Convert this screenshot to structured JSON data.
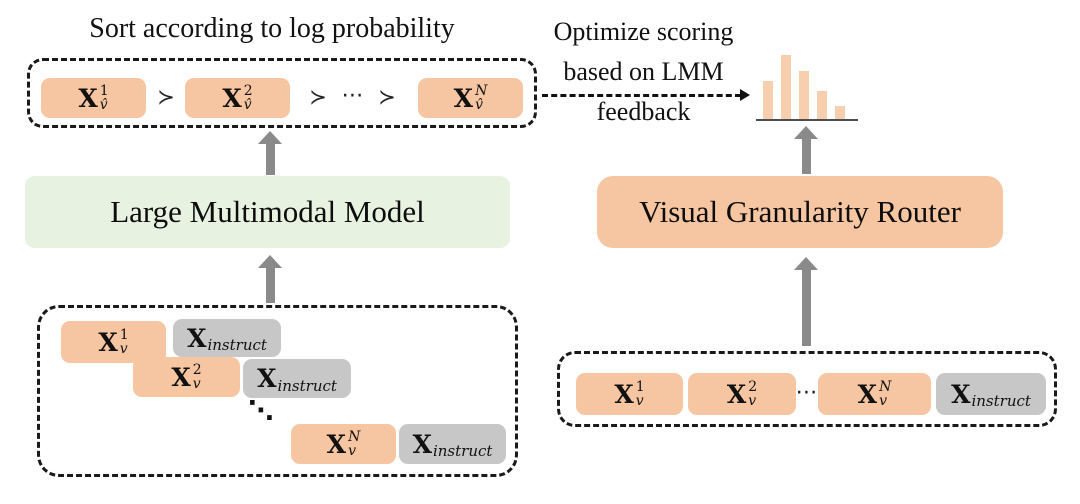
{
  "colors": {
    "token_orange": "#f6c5a1",
    "token_gray": "#c7c7c7",
    "lmm_green": "#e7f2e1",
    "router_orange": "#f6c5a1",
    "bar_orange": "#f8cfae",
    "arrow_gray": "#8a8a8a",
    "dash_black": "#1a1a1a"
  },
  "top_left": {
    "title": "Sort according to log probability",
    "tokens": [
      {
        "base": "X",
        "sup": "1",
        "sub": "v̂"
      },
      {
        "base": "X",
        "sup": "2",
        "sub": "v̂"
      },
      {
        "base": "X",
        "sup": "N",
        "sub": "v̂"
      }
    ],
    "succ": "≻",
    "cdots": "⋯"
  },
  "top_right": {
    "line1": "Optimize scoring",
    "line2": "based on LMM",
    "line3": "feedback"
  },
  "chart_data": {
    "type": "bar",
    "title": "",
    "xlabel": "",
    "ylabel": "",
    "values": [
      38,
      64,
      48,
      28,
      13
    ],
    "note": "unlabeled histogram icon; values are relative bar heights in px",
    "color": "#f8cfae",
    "grid": false,
    "legend": false
  },
  "lmm_box": {
    "label": "Large Multimodal Model"
  },
  "router_box": {
    "label": "Visual Granularity Router"
  },
  "bottom_left": {
    "rows": [
      {
        "v": {
          "base": "X",
          "sup": "1",
          "sub": "v"
        },
        "instruct": {
          "base": "X",
          "sub": "instruct"
        }
      },
      {
        "v": {
          "base": "X",
          "sup": "2",
          "sub": "v"
        },
        "instruct": {
          "base": "X",
          "sub": "instruct"
        }
      },
      {
        "v": {
          "base": "X",
          "sup": "N",
          "sub": "v"
        },
        "instruct": {
          "base": "X",
          "sub": "instruct"
        }
      }
    ],
    "ddots": "⋱"
  },
  "bottom_right": {
    "tokens": [
      {
        "base": "X",
        "sup": "1",
        "sub": "v"
      },
      {
        "base": "X",
        "sup": "2",
        "sub": "v"
      },
      {
        "base": "X",
        "sup": "N",
        "sub": "v"
      }
    ],
    "instruct": {
      "base": "X",
      "sub": "instruct"
    },
    "cdots": "⋯"
  }
}
